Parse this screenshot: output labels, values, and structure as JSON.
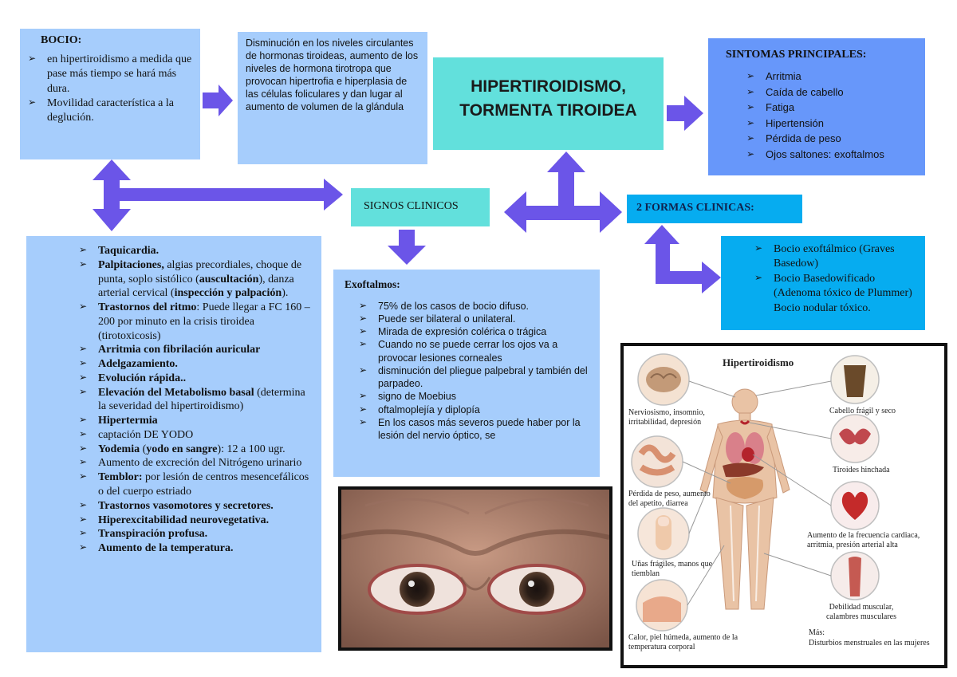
{
  "title": {
    "line1": "HIPERTIROIDISMO,",
    "line2": "TORMENTA TIROIDEA"
  },
  "bocio": {
    "header": "BOCIO:",
    "items": [
      "en hipertiroidismo a medida que pase más tiempo se hará más dura.",
      "Movilidad característica a la deglución."
    ]
  },
  "description": "Disminución en los niveles circulantes de hormonas tiroideas, aumento de los niveles de hormona tirotropa que provocan hipertrofia e hiperplasia de las células foliculares y dan lugar al aumento de volumen de la glándula",
  "sintomas": {
    "header": "SINTOMAS PRINCIPALES:",
    "items": [
      "Arritmia",
      "Caída de cabello",
      "Fatiga",
      "Hipertensión",
      "Pérdida de peso",
      "Ojos saltones: exoftalmos"
    ]
  },
  "signos": {
    "label": "SIGNOS CLINICOS"
  },
  "formas": {
    "label": "2 FORMAS CLINICAS:"
  },
  "formas_list": {
    "items": [
      "Bocio exoftálmico (Graves Basedow)",
      "Bocio Basedowificado (Adenoma tóxico de Plummer)"
    ],
    "extra": "Bocio nodular tóxico."
  },
  "clinical": {
    "items": [
      {
        "bold": "Taquicardia.",
        "rest": ""
      },
      {
        "bold": "Palpitaciones,",
        "rest": " algias precordiales, choque de punta, soplo sistólico (",
        "bold2": "auscultación",
        "rest2": "), danza arterial cervical (",
        "bold3": "inspección y palpación",
        "rest3": ")."
      },
      {
        "bold": "Trastornos del ritmo",
        "rest": ": Puede llegar a FC 160 – 200 por minuto en la crisis tiroidea (tirotoxicosis)"
      },
      {
        "bold": "Arritmia con fibrilación auricular",
        "rest": ""
      },
      {
        "bold": "Adelgazamiento.",
        "rest": ""
      },
      {
        "bold": "Evolución rápida..",
        "rest": ""
      },
      {
        "bold": "Elevación del Metabolismo basal",
        "rest": " (determina la severidad del hipertiroidismo)"
      },
      {
        "bold": "Hipertermia",
        "rest": ""
      },
      {
        "bold": "",
        "rest": "captación DE YODO"
      },
      {
        "bold": "Yodemia",
        "rest": " (",
        "bold2": "yodo en sangre",
        "rest2": "): 12 a 100 ugr."
      },
      {
        "bold": "",
        "rest": "Aumento de excreción del Nitrógeno urinario"
      },
      {
        "bold": "Temblor:",
        "rest": " por lesión de centros mesencefálicos o del cuerpo estriado"
      },
      {
        "bold": "Trastornos vasomotores y secretores.",
        "rest": ""
      },
      {
        "bold": "Hiperexcitabilidad neurovegetativa.",
        "rest": ""
      },
      {
        "bold": "Transpiración profusa.",
        "rest": ""
      },
      {
        "bold": "Aumento de la temperatura.",
        "rest": ""
      }
    ]
  },
  "exoftalmos": {
    "header": "Exoftalmos:",
    "items": [
      "75% de los casos de bocio difuso.",
      "Puede ser bilateral o unilateral.",
      "Mirada de expresión colérica o trágica",
      "Cuando no se puede cerrar los ojos va a provocar lesiones corneales",
      "disminución del pliegue palpebral y también del parpadeo.",
      "signo de Moebius",
      "oftalmoplejía y diplopía",
      "En los casos más severos puede haber por la lesión del nervio óptico, se"
    ]
  },
  "infographic": {
    "title": "Hipertiroidismo",
    "labels": {
      "brain": "Nerviosismo, insomnio, irritabilidad, depresión",
      "hair": "Cabello frágil y seco",
      "intestine": "Pérdida de peso, aumento del apetito, diarrea",
      "thyroid": "Tiroides hinchada",
      "nails": "Uñas frágiles, manos que tiemblan",
      "heart": "Aumento de la frecuencia cardiaca, arritmia, presión arterial alta",
      "skin": "Calor, piel húmeda, aumento de la temperatura corporal",
      "muscle": "Debilidad muscular, calambres musculares",
      "more": "Más:",
      "menstrual": "Disturbios menstruales en las mujeres"
    }
  },
  "colors": {
    "light_blue": "#a6cdfc",
    "teal": "#62e0dc",
    "periwinkle": "#6797fa",
    "cyan": "#06acf0",
    "arrow": "#6b55e8"
  }
}
